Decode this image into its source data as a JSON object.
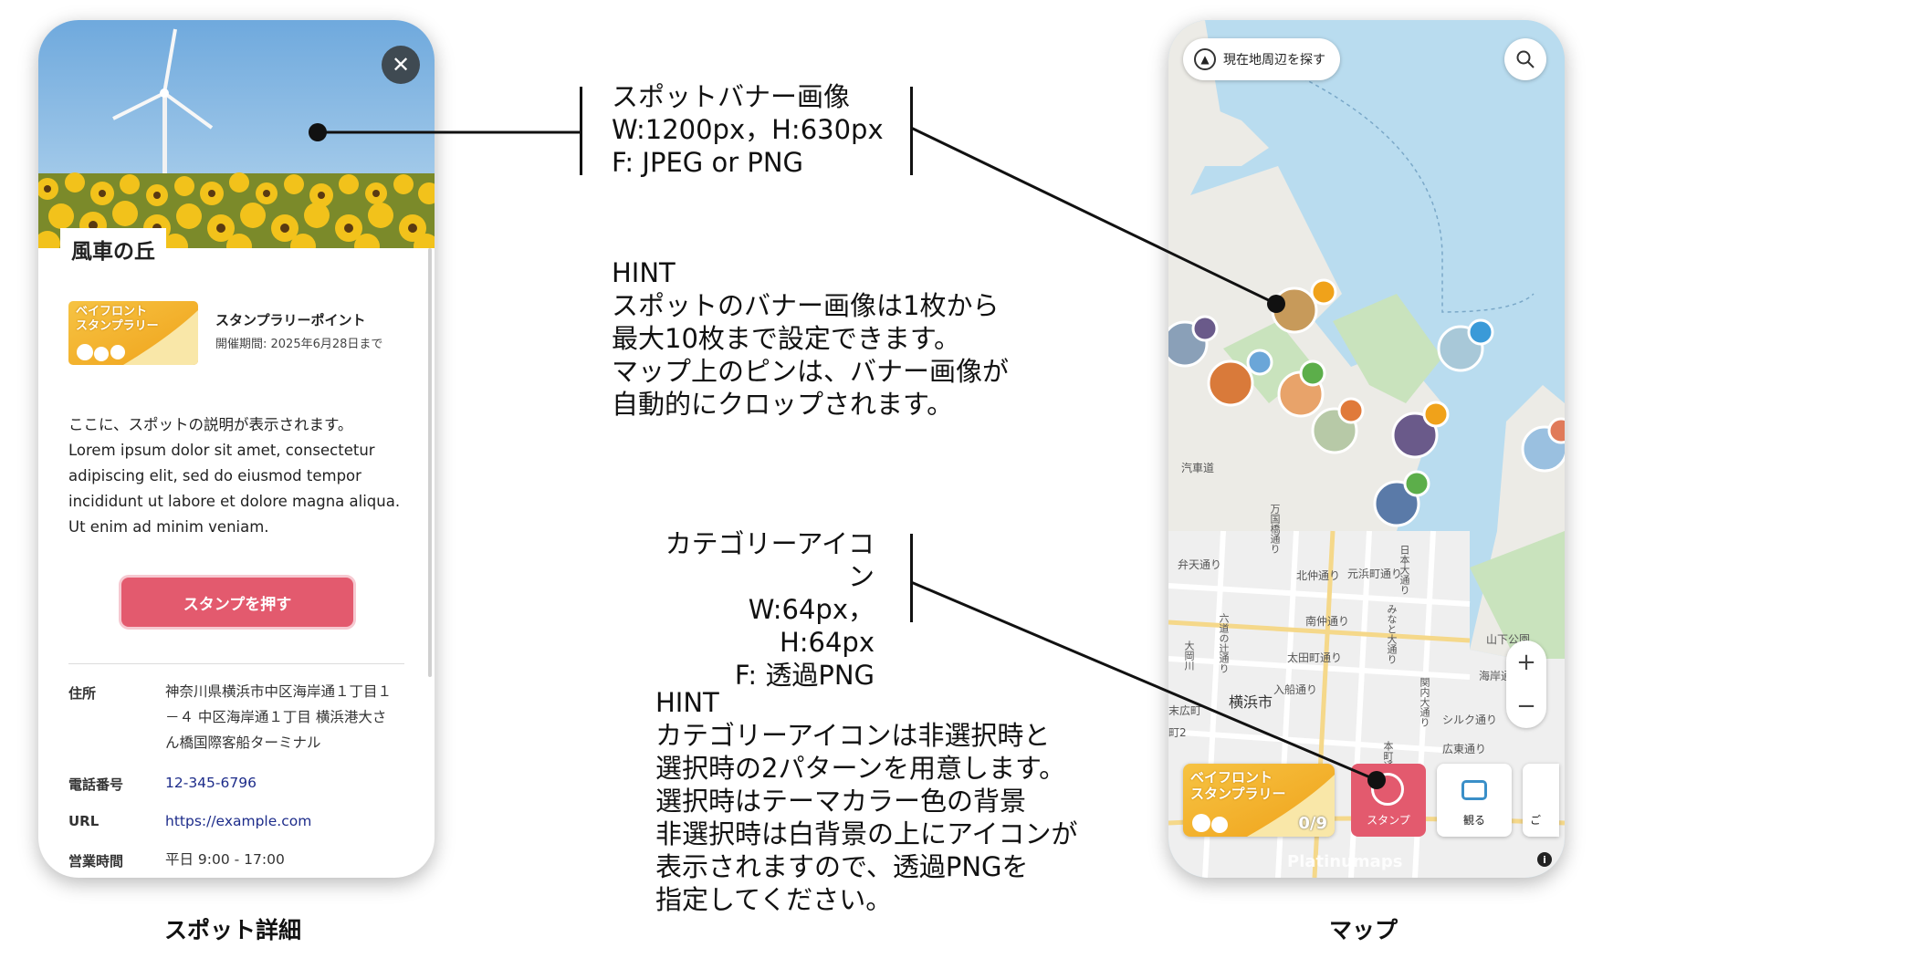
{
  "spot_detail": {
    "spot_name": "風車の丘",
    "close_icon": "close-icon",
    "rally": {
      "card_line1": "ベイフロント",
      "card_line2": "スタンプラリー",
      "name": "スタンプラリーポイント",
      "period": "開催期間: 2025年6月28日まで"
    },
    "description": "ここに、スポットの説明が表示されます。\nLorem ipsum dolor sit amet, consectetur\nadipiscing elit, sed do eiusmod tempor\nincididunt ut labore et dolore magna aliqua.\nUt enim ad minim veniam.",
    "stamp_button": "スタンプを押す",
    "info": {
      "address_label": "住所",
      "address_line1": "神奈川県横浜市中区海岸通１丁目１",
      "address_line2": "－４ 中区海岸通１丁目 横浜港大さ",
      "address_line3": "ん橋国際客船ターミナル",
      "phone_label": "電話番号",
      "phone_value": "12-345-6796",
      "url_label": "URL",
      "url_value": "https://example.com",
      "hours_label": "営業時間",
      "hours_value": "平日 9:00 - 17:00"
    },
    "caption": "スポット詳細"
  },
  "map_screen": {
    "nearby_button": "現在地周辺を探す",
    "search_icon": "search-icon",
    "zoom_in": "+",
    "zoom_out": "−",
    "city_label": "横浜市",
    "street_labels": [
      "汽車道",
      "万国橋通り",
      "弁天通り",
      "北仲通り",
      "元浜町通り",
      "南仲通り",
      "太田町通り",
      "入船通り",
      "大岡川",
      "六道の辻通り",
      "みなと大通り",
      "日本大通り",
      "シルク通り",
      "広東通り",
      "海岸通り",
      "山下公園",
      "本町通り",
      "関内大通り",
      "末広町",
      "町2"
    ],
    "rally_card_line1": "ベイフロント",
    "rally_card_line2": "スタンプラリー",
    "rally_count": "0/9",
    "stamp_tab": "スタンプ",
    "watch_tab": "観る",
    "next_tab": "ご",
    "watermark": "Platinumaps",
    "info_icon": "i",
    "caption": "マップ"
  },
  "annotations": {
    "banner_spec": [
      "スポットバナー画像",
      "W:1200px，H:630px",
      "F: JPEG or PNG"
    ],
    "banner_hint": [
      "HINT",
      "スポットのバナー画像は1枚から",
      "最大10枚まで設定できます。",
      "マップ上のピンは、バナー画像が",
      "自動的にクロップされます。"
    ],
    "icon_spec": [
      "カテゴリーアイコン",
      "W:64px，H:64px",
      "F: 透過PNG"
    ],
    "icon_hint": [
      "HINT",
      "カテゴリーアイコンは非選択時と",
      "選択時の2パターンを用意します。",
      "選択時はテーマカラー色の背景",
      "非選択時は白背景の上にアイコンが",
      "表示されますので、透過PNGを",
      "指定してください。"
    ]
  },
  "colors": {
    "theme": "#e35a6e",
    "sky": "#8fc0e8",
    "sea": "#b9dcef",
    "land": "#ecebe6",
    "park": "#c9e3bd",
    "sunflower": "#f2c21b"
  }
}
